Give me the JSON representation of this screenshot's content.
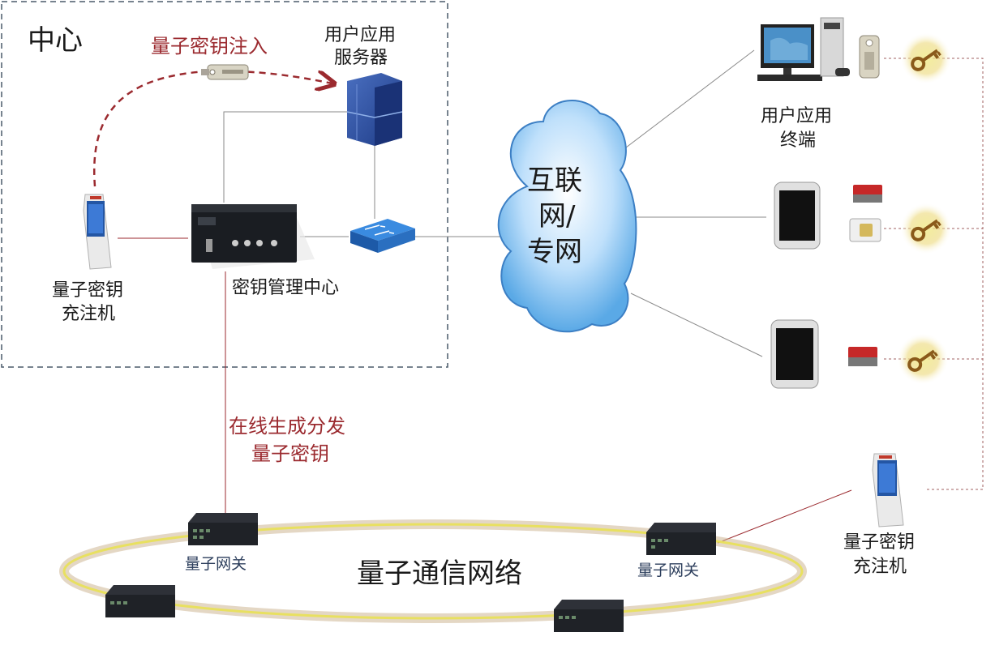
{
  "center": {
    "title": "中心",
    "inject_label": "量子密钥注入",
    "server_label": [
      "用户应用",
      "服务器"
    ],
    "kmc_label": "密钥管理中心",
    "charger_label": [
      "量子密钥",
      "充注机"
    ]
  },
  "cloud_label": [
    "互联",
    "网/",
    "专网"
  ],
  "terminal_label": [
    "用户应用",
    "终端"
  ],
  "online_label": [
    "在线生成分发",
    "量子密钥"
  ],
  "ring_label": "量子通信网络",
  "gateways": [
    "量子网关",
    "量子网关"
  ],
  "remote_charger_label": [
    "量子密钥",
    "充注机"
  ],
  "colors": {
    "red": "#9b2a2f",
    "blue_device": "#2f5fa8",
    "cloud": "#5aa9e6",
    "dashed_box": "#4a5a6a"
  }
}
